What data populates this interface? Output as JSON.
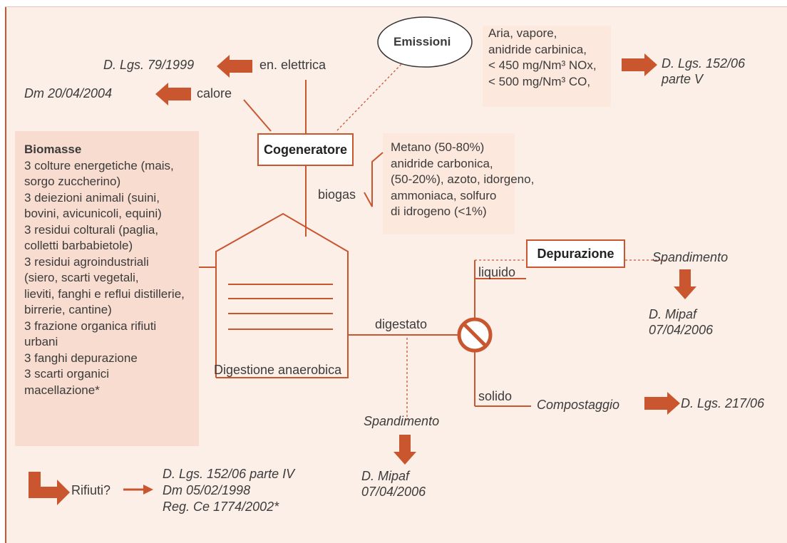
{
  "colors": {
    "accent": "#c9562f",
    "background": "#fcefe8",
    "panel": "#f7dccf"
  },
  "laws": {
    "elettrica": "D. Lgs. 79/1999",
    "calore": "Dm 20/04/2004",
    "emissioni_1": "D. Lgs. 152/06",
    "emissioni_2": "parte V",
    "spand_right_1": "D. Mipaf",
    "spand_right_2": "07/04/2006",
    "spand_bottom_1": "D. Mipaf",
    "spand_bottom_2": "07/04/2006",
    "compost": "D. Lgs. 217/06",
    "rifiuti_1": "D. Lgs. 152/06 parte IV",
    "rifiuti_2": "Dm 05/02/1998",
    "rifiuti_3": "Reg. Ce 1774/2002*"
  },
  "labels": {
    "en_elettrica": "en. elettrica",
    "calore": "calore",
    "emissioni": "Emissioni",
    "cogeneratore": "Cogeneratore",
    "biogas": "biogas",
    "digestione": "Digestione anaerobica",
    "digestato": "digestato",
    "depurazione": "Depurazione",
    "liquido": "liquido",
    "solido": "solido",
    "spandimento_right": "Spandimento",
    "spandimento_bottom": "Spandimento",
    "compostaggio": "Compostaggio",
    "rifiuti": "Rifiuti?"
  },
  "emissioni_list": [
    "Aria, vapore,",
    "anidride carbinica,",
    "< 450 mg/Nm³ NOx,",
    "< 500 mg/Nm³ CO,"
  ],
  "biogas_list": [
    "Metano (50-80%)",
    "anidride carbonica,",
    "(50-20%), azoto, idorgeno,",
    "ammoniaca, solfuro",
    "di idrogeno (<1%)"
  ],
  "biomasse": {
    "title": "Biomasse",
    "lines": [
      "3 colture energetiche (mais,",
      "sorgo zuccherino)",
      "3 deiezioni animali (suini,",
      "bovini, avicunicoli, equini)",
      "3 residui colturali (paglia,",
      "colletti barbabietole)",
      "3 residui agroindustriali",
      "(siero, scarti vegetali,",
      "lieviti, fanghi e reflui distillerie,",
      "birrerie, cantine)",
      "3 frazione organica rifiuti",
      "urbani",
      "3 fanghi depurazione",
      "3 scarti organici",
      "macellazione*"
    ]
  }
}
